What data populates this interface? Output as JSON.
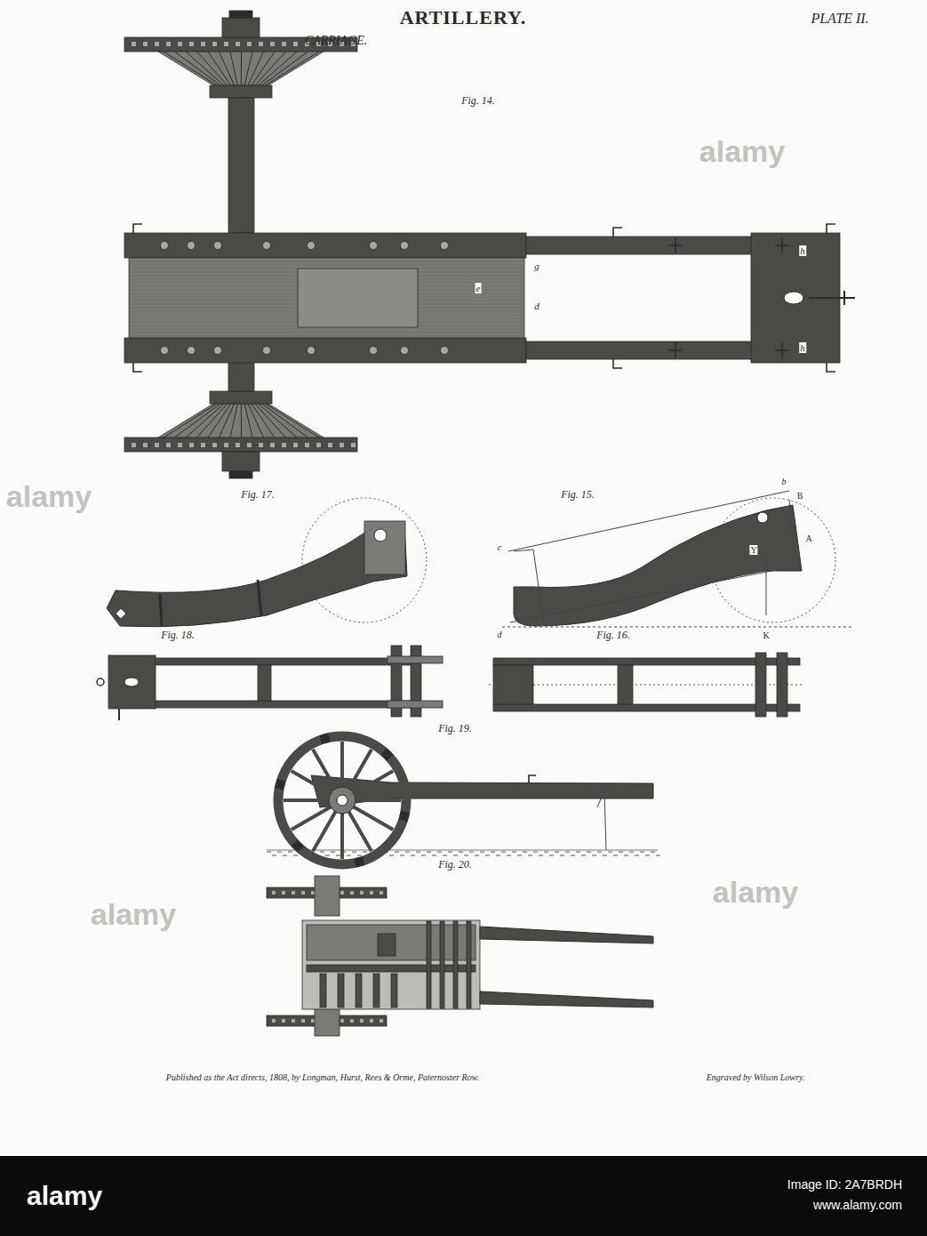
{
  "diagram": {
    "title": "ARTILLERY.",
    "labels": [
      "PLATE II.",
      "CARRIAGE.",
      "Fig. 14.",
      "g",
      "e",
      "d",
      "h",
      "h",
      "Fig. 17.",
      "Fig. 15.",
      "b",
      "B",
      "A",
      "c",
      "d",
      "Y",
      "K",
      "Fig. 18.",
      "Fig. 16.",
      "Fig. 19.",
      "Fig. 20.",
      "Published as the Act directs, 1808, by Longman, Hurst, Rees & Orme, Paternoster Row.",
      "Engraved by Wilson Lowry.",
      "alamy",
      "alamy",
      "alamy",
      "alamy",
      "alamy",
      "Image ID: 2A7BRDH",
      "www.alamy.com"
    ]
  }
}
